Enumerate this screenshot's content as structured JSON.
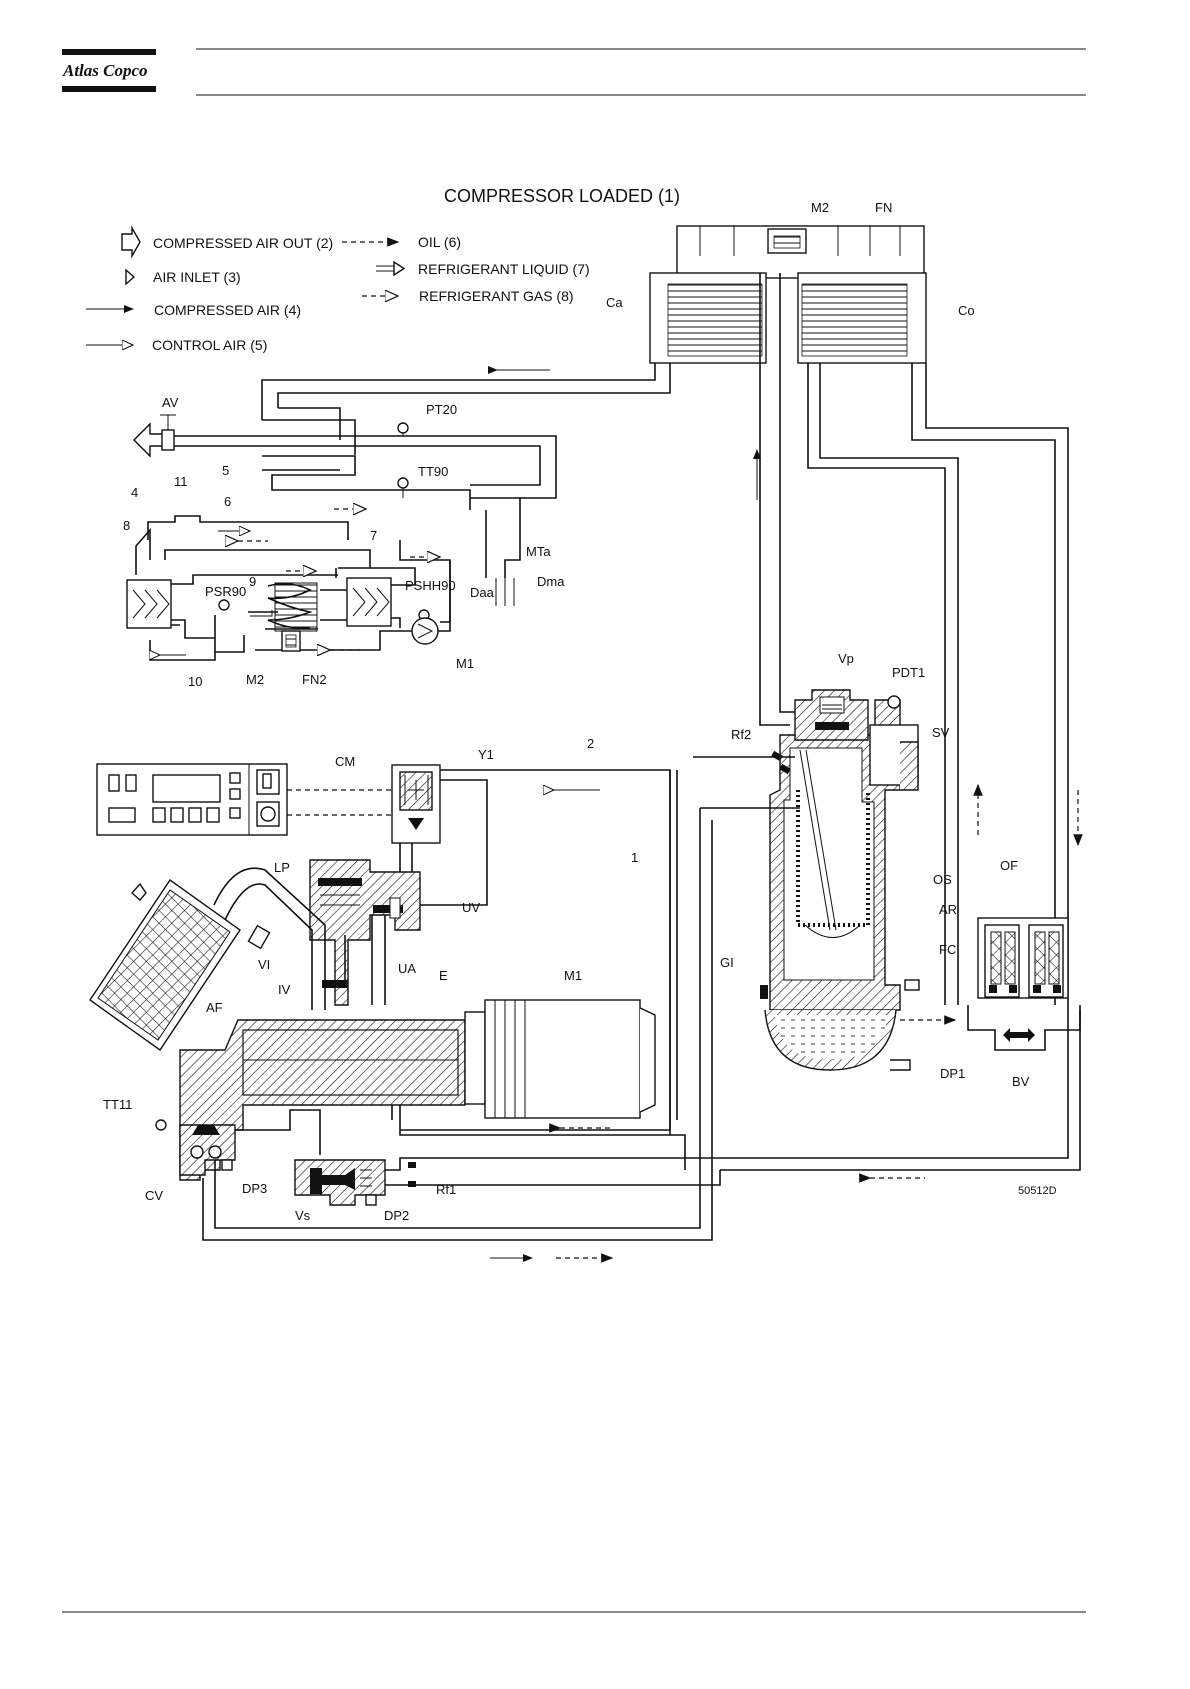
{
  "header": {
    "brand": "Atlas Copco"
  },
  "diagram": {
    "title": "COMPRESSOR LOADED (1)",
    "figure_number": "50512D",
    "legend": [
      {
        "key": "compressed_air_out",
        "label": "COMPRESSED AIR OUT (2)",
        "symbol": "outline-big-arrow"
      },
      {
        "key": "air_inlet",
        "label": "AIR INLET (3)",
        "symbol": "outline-small-arrow"
      },
      {
        "key": "compressed_air",
        "label": "COMPRESSED AIR (4)",
        "symbol": "solid-arrow"
      },
      {
        "key": "control_air",
        "label": "CONTROL AIR (5)",
        "symbol": "open-arrow"
      },
      {
        "key": "oil",
        "label": "OIL (6)",
        "symbol": "dashed-solid-arrow"
      },
      {
        "key": "refrigerant_liquid",
        "label": "REFRIGERANT LIQUID (7)",
        "symbol": "double-line-arrow"
      },
      {
        "key": "refrigerant_gas",
        "label": "REFRIGERANT GAS (8)",
        "symbol": "dashed-open-arrow"
      }
    ],
    "labels": {
      "M2_top": "M2",
      "FN": "FN",
      "Ca": "Ca",
      "Co": "Co",
      "AV": "AV",
      "PT20": "PT20",
      "TT90": "TT90",
      "n5": "5",
      "n6": "6",
      "n4": "4",
      "n11": "11",
      "n8": "8",
      "n7": "7",
      "n9": "9",
      "n10": "10",
      "PSR90": "PSR90",
      "PSHH90": "PSHH90",
      "M2_dryer": "M2",
      "FN2": "FN2",
      "M1_dryer": "M1",
      "MTa": "MTa",
      "Dma": "Dma",
      "Daa": "Daa",
      "Vp": "Vp",
      "PDT1": "PDT1",
      "Rf2": "Rf2",
      "SV": "SV",
      "n2": "2",
      "n1": "1",
      "CM": "CM",
      "Y1": "Y1",
      "LP": "LP",
      "UV": "UV",
      "VI": "VI",
      "UA": "UA",
      "E": "E",
      "M1_motor": "M1",
      "IV": "IV",
      "AF": "AF",
      "OS": "OS",
      "AR": "AR",
      "GI": "GI",
      "FC": "FC",
      "OF": "OF",
      "DP1": "DP1",
      "BV": "BV",
      "TT11": "TT11",
      "CV": "CV",
      "DP3": "DP3",
      "Vs": "Vs",
      "DP2": "DP2",
      "Rf1": "Rf1"
    }
  }
}
